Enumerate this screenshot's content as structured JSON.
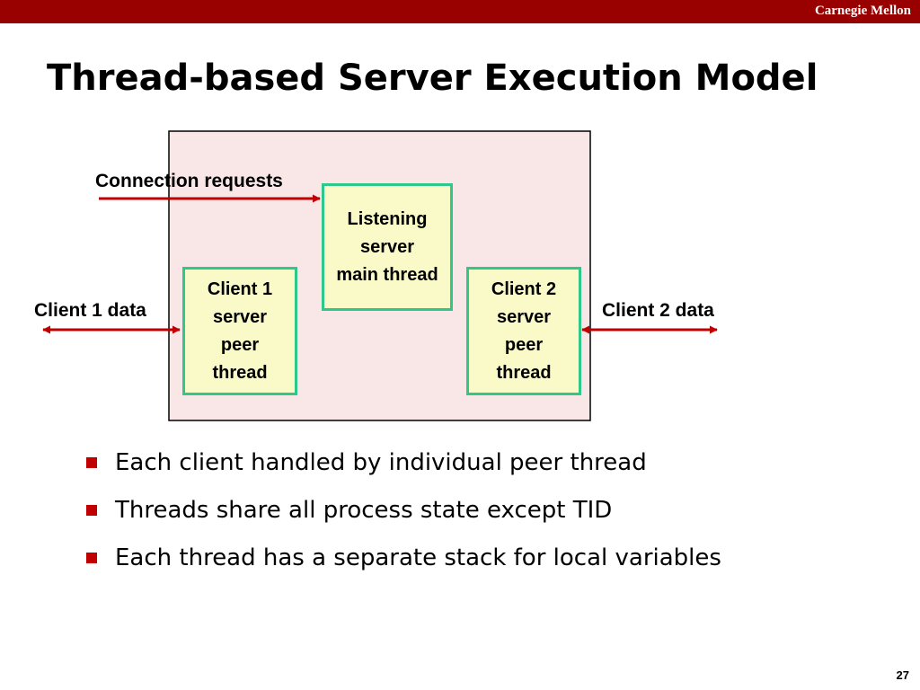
{
  "header": {
    "brand": "Carnegie Mellon",
    "bar_color": "#990000"
  },
  "slide": {
    "title": "Thread-based Server Execution Model",
    "page_number": "27"
  },
  "diagram": {
    "region_fill": "#f9e6e6",
    "box_border_color": "#2ec98a",
    "box_fill": "#fafac8",
    "arrow_color": "#c00000",
    "labels": {
      "connection_requests": "Connection requests",
      "client1_data": "Client 1 data",
      "client2_data": "Client 2 data"
    },
    "boxes": {
      "main_thread": "Listening\nserver\nmain thread",
      "client1_thread": "Client 1\nserver\npeer\nthread",
      "client2_thread": "Client 2\nserver\npeer\nthread"
    }
  },
  "bullets": [
    "Each client handled by individual peer thread",
    "Threads share all process state except TID",
    "Each thread has a separate stack for local variables"
  ]
}
